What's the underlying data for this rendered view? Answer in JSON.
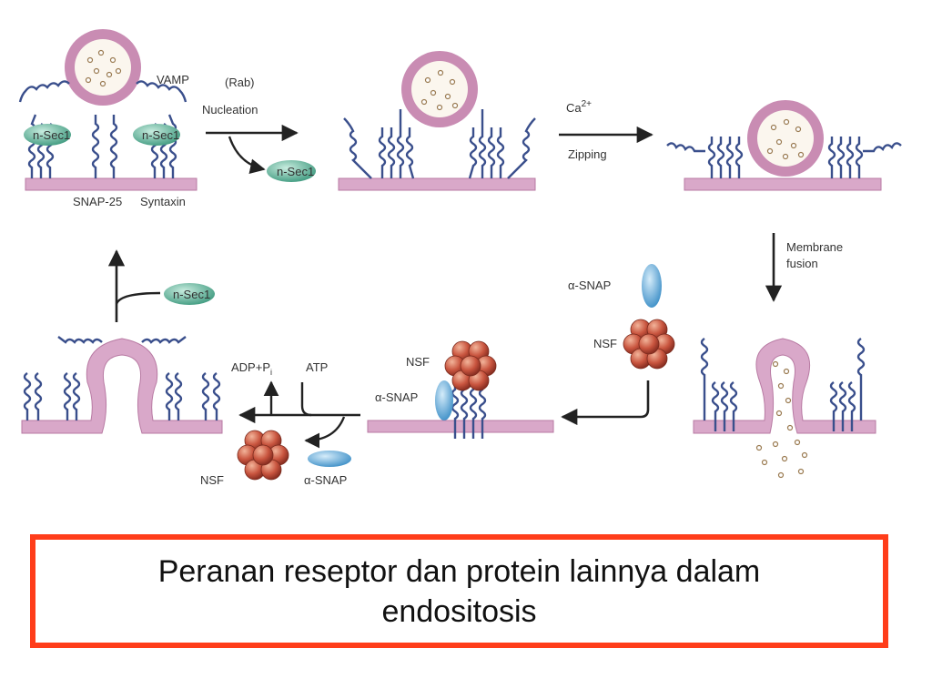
{
  "diagram": {
    "labels": {
      "vamp": "VAMP",
      "rab": "(Rab)",
      "nucleation": "Nucleation",
      "nsec1_a": "n-Sec1",
      "nsec1_b": "n-Sec1",
      "nsec1_released": "n-Sec1",
      "snap25": "SNAP-25",
      "syntaxin": "Syntaxin",
      "ca": "Ca",
      "ca_sup": "2+",
      "zipping": "Zipping",
      "membrane": "Membrane",
      "fusion": "fusion",
      "alpha_snap_a": "α-SNAP",
      "nsf_a": "NSF",
      "nsf_b": "NSF",
      "alpha_snap_b": "α-SNAP",
      "adp": "ADP+P",
      "adp_sub": "i",
      "atp": "ATP",
      "nsf_c": "NSF",
      "alpha_snap_c": "α-SNAP",
      "nsec1_return": "n-Sec1"
    },
    "colors": {
      "vesicle": "#c98cb3",
      "vesicle_inner": "#fbf6ee",
      "membrane": "#d9a8c9",
      "coil": "#3a4f8c",
      "nsec1": "#5fb59a",
      "nsf": "#c9553f",
      "alpha_snap": "#6fb1dc",
      "arrow": "#222222"
    }
  },
  "caption": {
    "line1": "Peranan reseptor dan protein lainnya dalam",
    "line2": "endositosis",
    "border_color": "#ff3d1a"
  }
}
